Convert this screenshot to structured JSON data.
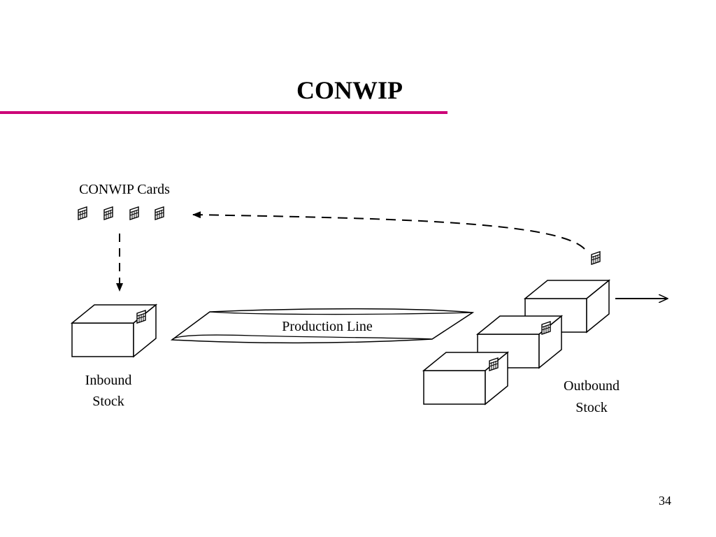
{
  "slide": {
    "title": "CONWIP",
    "page_number": "34",
    "accent_color": "#cc0077"
  },
  "diagram": {
    "cards_label": "CONWIP Cards",
    "production_line_label": "Production Line",
    "inbound_label": [
      "Inbound",
      "Stock"
    ],
    "outbound_label": [
      "Outbound",
      "Stock"
    ],
    "icons": [
      "kanban-card-icon",
      "stock-box-icon",
      "return-arrow-icon",
      "output-arrow-icon"
    ]
  }
}
